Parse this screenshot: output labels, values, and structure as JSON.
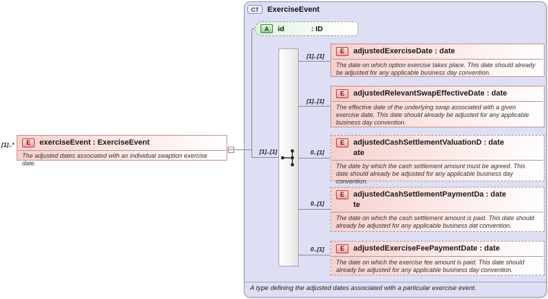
{
  "badges": {
    "element": "E",
    "attribute": "A",
    "complex_type": "CT"
  },
  "icons": {
    "sequence": "sequence-compositor-icon",
    "collapse": "collapse-toggle"
  },
  "colors": {
    "complex_type_fill": "#dedef4",
    "element_fill": "#f7cfcd",
    "attribute_fill": "#ddf3dd",
    "required_border": "#c4908e",
    "optional_border": "#9a9a9a",
    "line": "#8a8a8a"
  },
  "diagram": {
    "root_element": {
      "cardinality": "[1]..*",
      "title": "exerciseEvent : ExerciseEvent",
      "description": "The adjusted dates associated with an individual swaption exercise date."
    },
    "complex_type": {
      "title": "ExerciseEvent",
      "footer": "A type defining the adjusted dates associated with a particular exercise event.",
      "attribute": {
        "name": "id",
        "type": ": ID"
      },
      "sequence_cardinality": "[1]..[1]",
      "elements": [
        {
          "title_line1": "adjustedExerciseDate : date",
          "title_line2": "",
          "cardinality": "[1]..[1]",
          "description": "The date on which option exercise takes place. This date should already be adjusted for any applicable business day convention."
        },
        {
          "title_line1": "adjustedRelevantSwapEffectiveDate : date",
          "title_line2": "",
          "cardinality": "[1]..[1]",
          "description": "The effective date of the underlying swap associated with a given exercise date. This date should already be adjusted for any applicable business day convention."
        },
        {
          "title_line1": "adjustedCashSettlementValuationD : date",
          "title_line2": "ate",
          "cardinality": "0..[1]",
          "description": "The date by which the cash settlement amount must be agreed. This date should already be adjusted for any applicable business day convention."
        },
        {
          "title_line1": "adjustedCashSettlementPaymentDa : date",
          "title_line2": "te",
          "cardinality": "0..[1]",
          "description": "The date on which the cash settlement amount is paid. This date should already be adjusted for any applicable business dat convention."
        },
        {
          "title_line1": "adjustedExerciseFeePaymentDate : date",
          "title_line2": "",
          "cardinality": "0..[1]",
          "description": "The date on which the exercise fee amount is paid. This date should already be adjusted for any applicable business day convention."
        }
      ]
    }
  }
}
